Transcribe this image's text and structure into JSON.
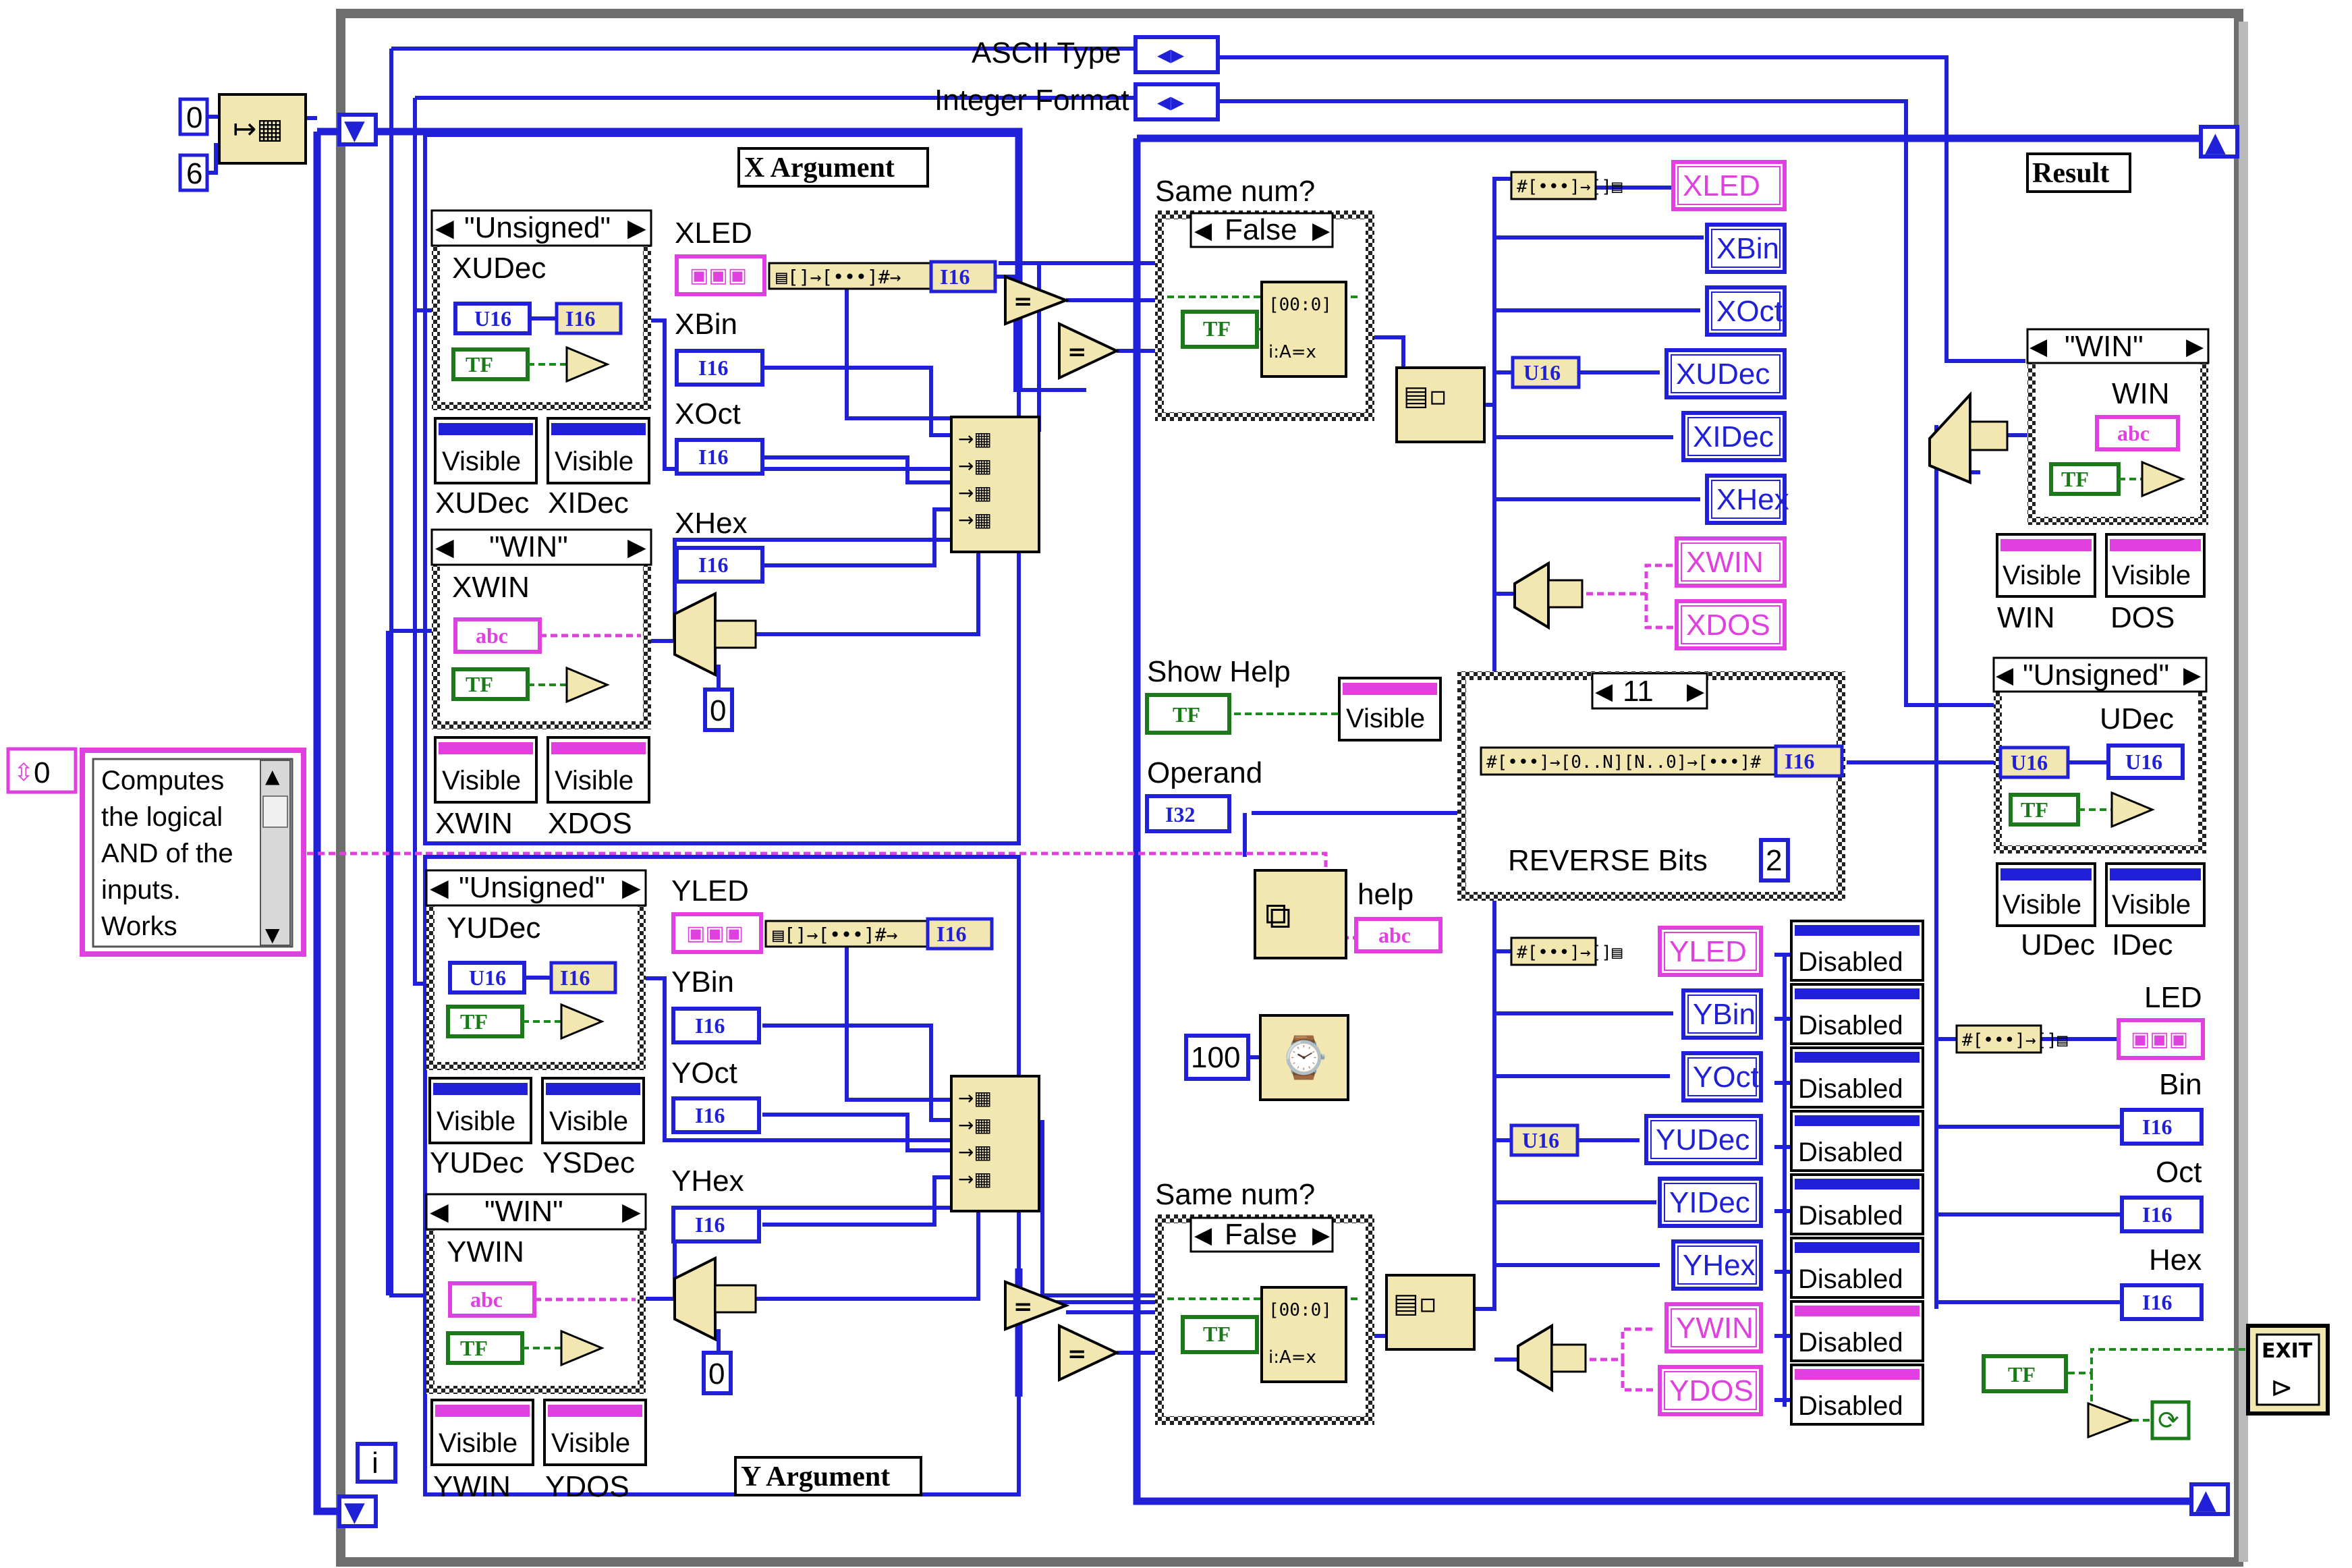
{
  "diagram": {
    "globals": {
      "ascii_type": "ASCII Type",
      "integer_format": "Integer Format",
      "init_zero": "0",
      "init_six": "6",
      "loop_index": "i",
      "wait_ms": "100",
      "show_help": "Show Help",
      "operand": "Operand",
      "help": "help",
      "reverse_bits": "REVERSE Bits",
      "case_eleven": "11",
      "case_two": "2",
      "exit": "EXIT",
      "visible": "Visible",
      "disabled": "Disabled",
      "tf": "TF",
      "same_num": "Same num?",
      "false": "False",
      "zero": "0"
    },
    "comment_box": {
      "index": "0",
      "lines": [
        "Computes",
        "the logical",
        "AND of the",
        "inputs.",
        "Works"
      ]
    },
    "x_argument": {
      "title": "X Argument",
      "case_unsigned": "\"Unsigned\"",
      "case_win": "\"WIN\"",
      "udec": "XUDec",
      "win": "XWIN",
      "led": "XLED",
      "bin": "XBin",
      "oct": "XOct",
      "hex": "XHex",
      "prop_udec": "XUDec",
      "prop_idec": "XIDec",
      "prop_win": "XWIN",
      "prop_dos": "XDOS"
    },
    "y_argument": {
      "title": "Y Argument",
      "case_unsigned": "\"Unsigned\"",
      "case_win": "\"WIN\"",
      "udec": "YUDec",
      "win": "YWIN",
      "led": "YLED",
      "bin": "YBin",
      "oct": "YOct",
      "hex": "YHex",
      "prop_udec": "YUDec",
      "prop_sdec": "YSDec",
      "prop_win": "YWIN",
      "prop_dos": "YDOS"
    },
    "x_indicators": [
      "XLED",
      "XBin",
      "XOct",
      "XUDec",
      "XIDec",
      "XHex",
      "XWIN",
      "XDOS"
    ],
    "y_indicators": [
      "YLED",
      "YBin",
      "YOct",
      "YUDec",
      "YIDec",
      "YHex",
      "YWIN",
      "YDOS"
    ],
    "result": {
      "title": "Result",
      "case_win": "\"WIN\"",
      "case_unsigned": "\"Unsigned\"",
      "win": "WIN",
      "udec": "UDec",
      "prop_win": "WIN",
      "prop_dos": "DOS",
      "prop_udec": "UDec",
      "prop_idec": "IDec",
      "led": "LED",
      "bin": "Bin",
      "oct": "Oct",
      "hex": "Hex"
    },
    "type_tags": {
      "u16": "U16",
      "i16": "I16",
      "i32": "I32",
      "abc": "abc",
      "tf": "TF"
    }
  },
  "colors": {
    "numeric_wire": "#2020d8",
    "string_wire": "#e040e0",
    "boolean_wire": "#1a8a1a",
    "frame": "#6e6e6e",
    "node": "#f2e7b0"
  }
}
